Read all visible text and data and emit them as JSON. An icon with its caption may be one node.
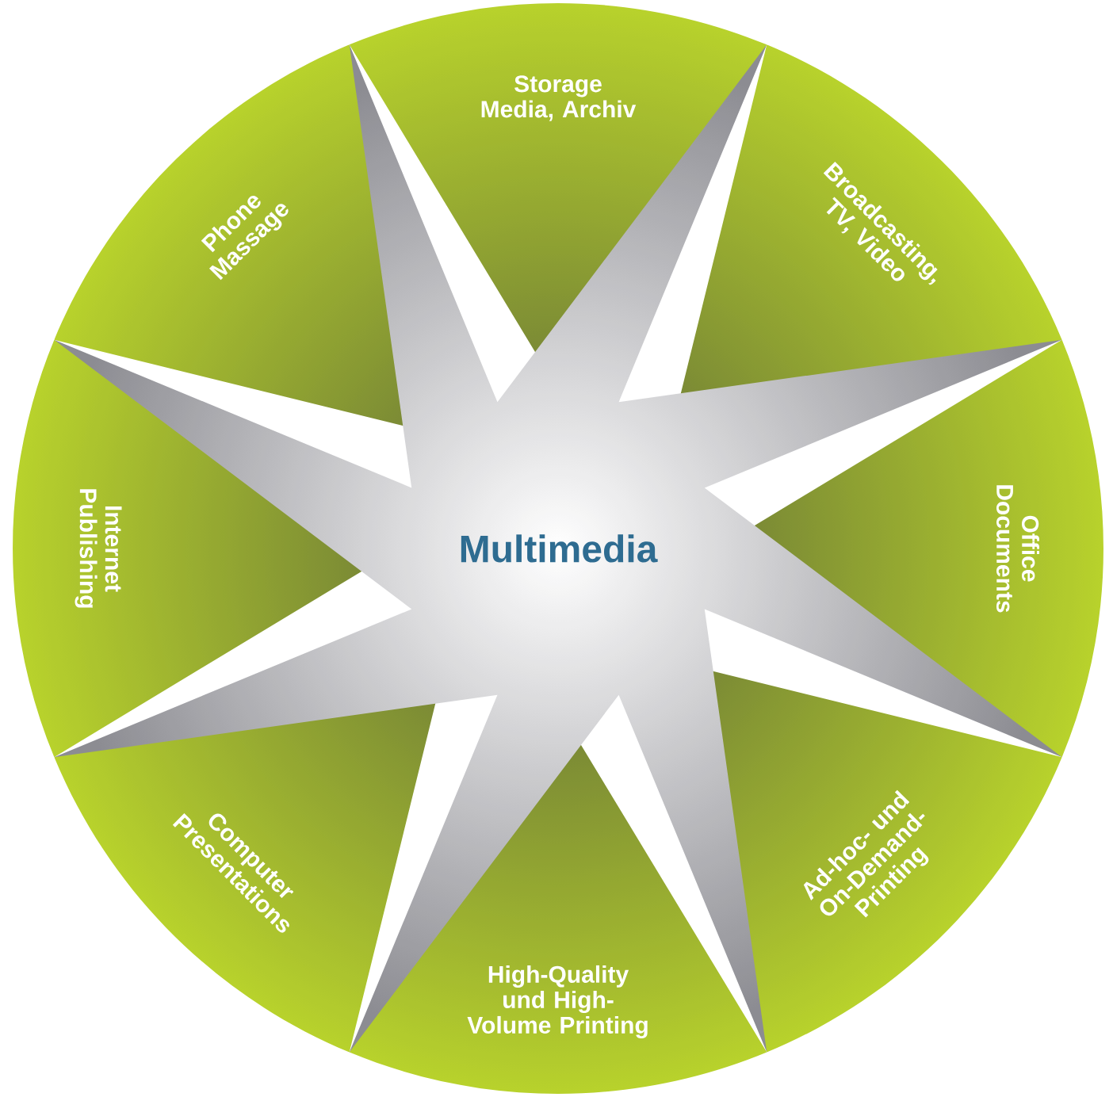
{
  "diagram": {
    "nodes": [
      {
        "text": [
          "Multimedia"
        ]
      },
      {
        "text": [
          "Storage Media, Archiv"
        ]
      },
      {
        "text": [
          "Broadcasting, TV, Video"
        ]
      },
      {
        "text": [
          "Office Documents"
        ]
      },
      {
        "text": [
          "Ad-hoc- und On-Demand-Printing"
        ]
      },
      {
        "text": [
          "High-Quality und High-Volume Printing"
        ]
      },
      {
        "text": [
          "Computer Presentations"
        ]
      },
      {
        "text": [
          "Internet Publishing"
        ]
      },
      {
        "text": [
          "Phone Massage"
        ]
      }
    ]
  }
}
